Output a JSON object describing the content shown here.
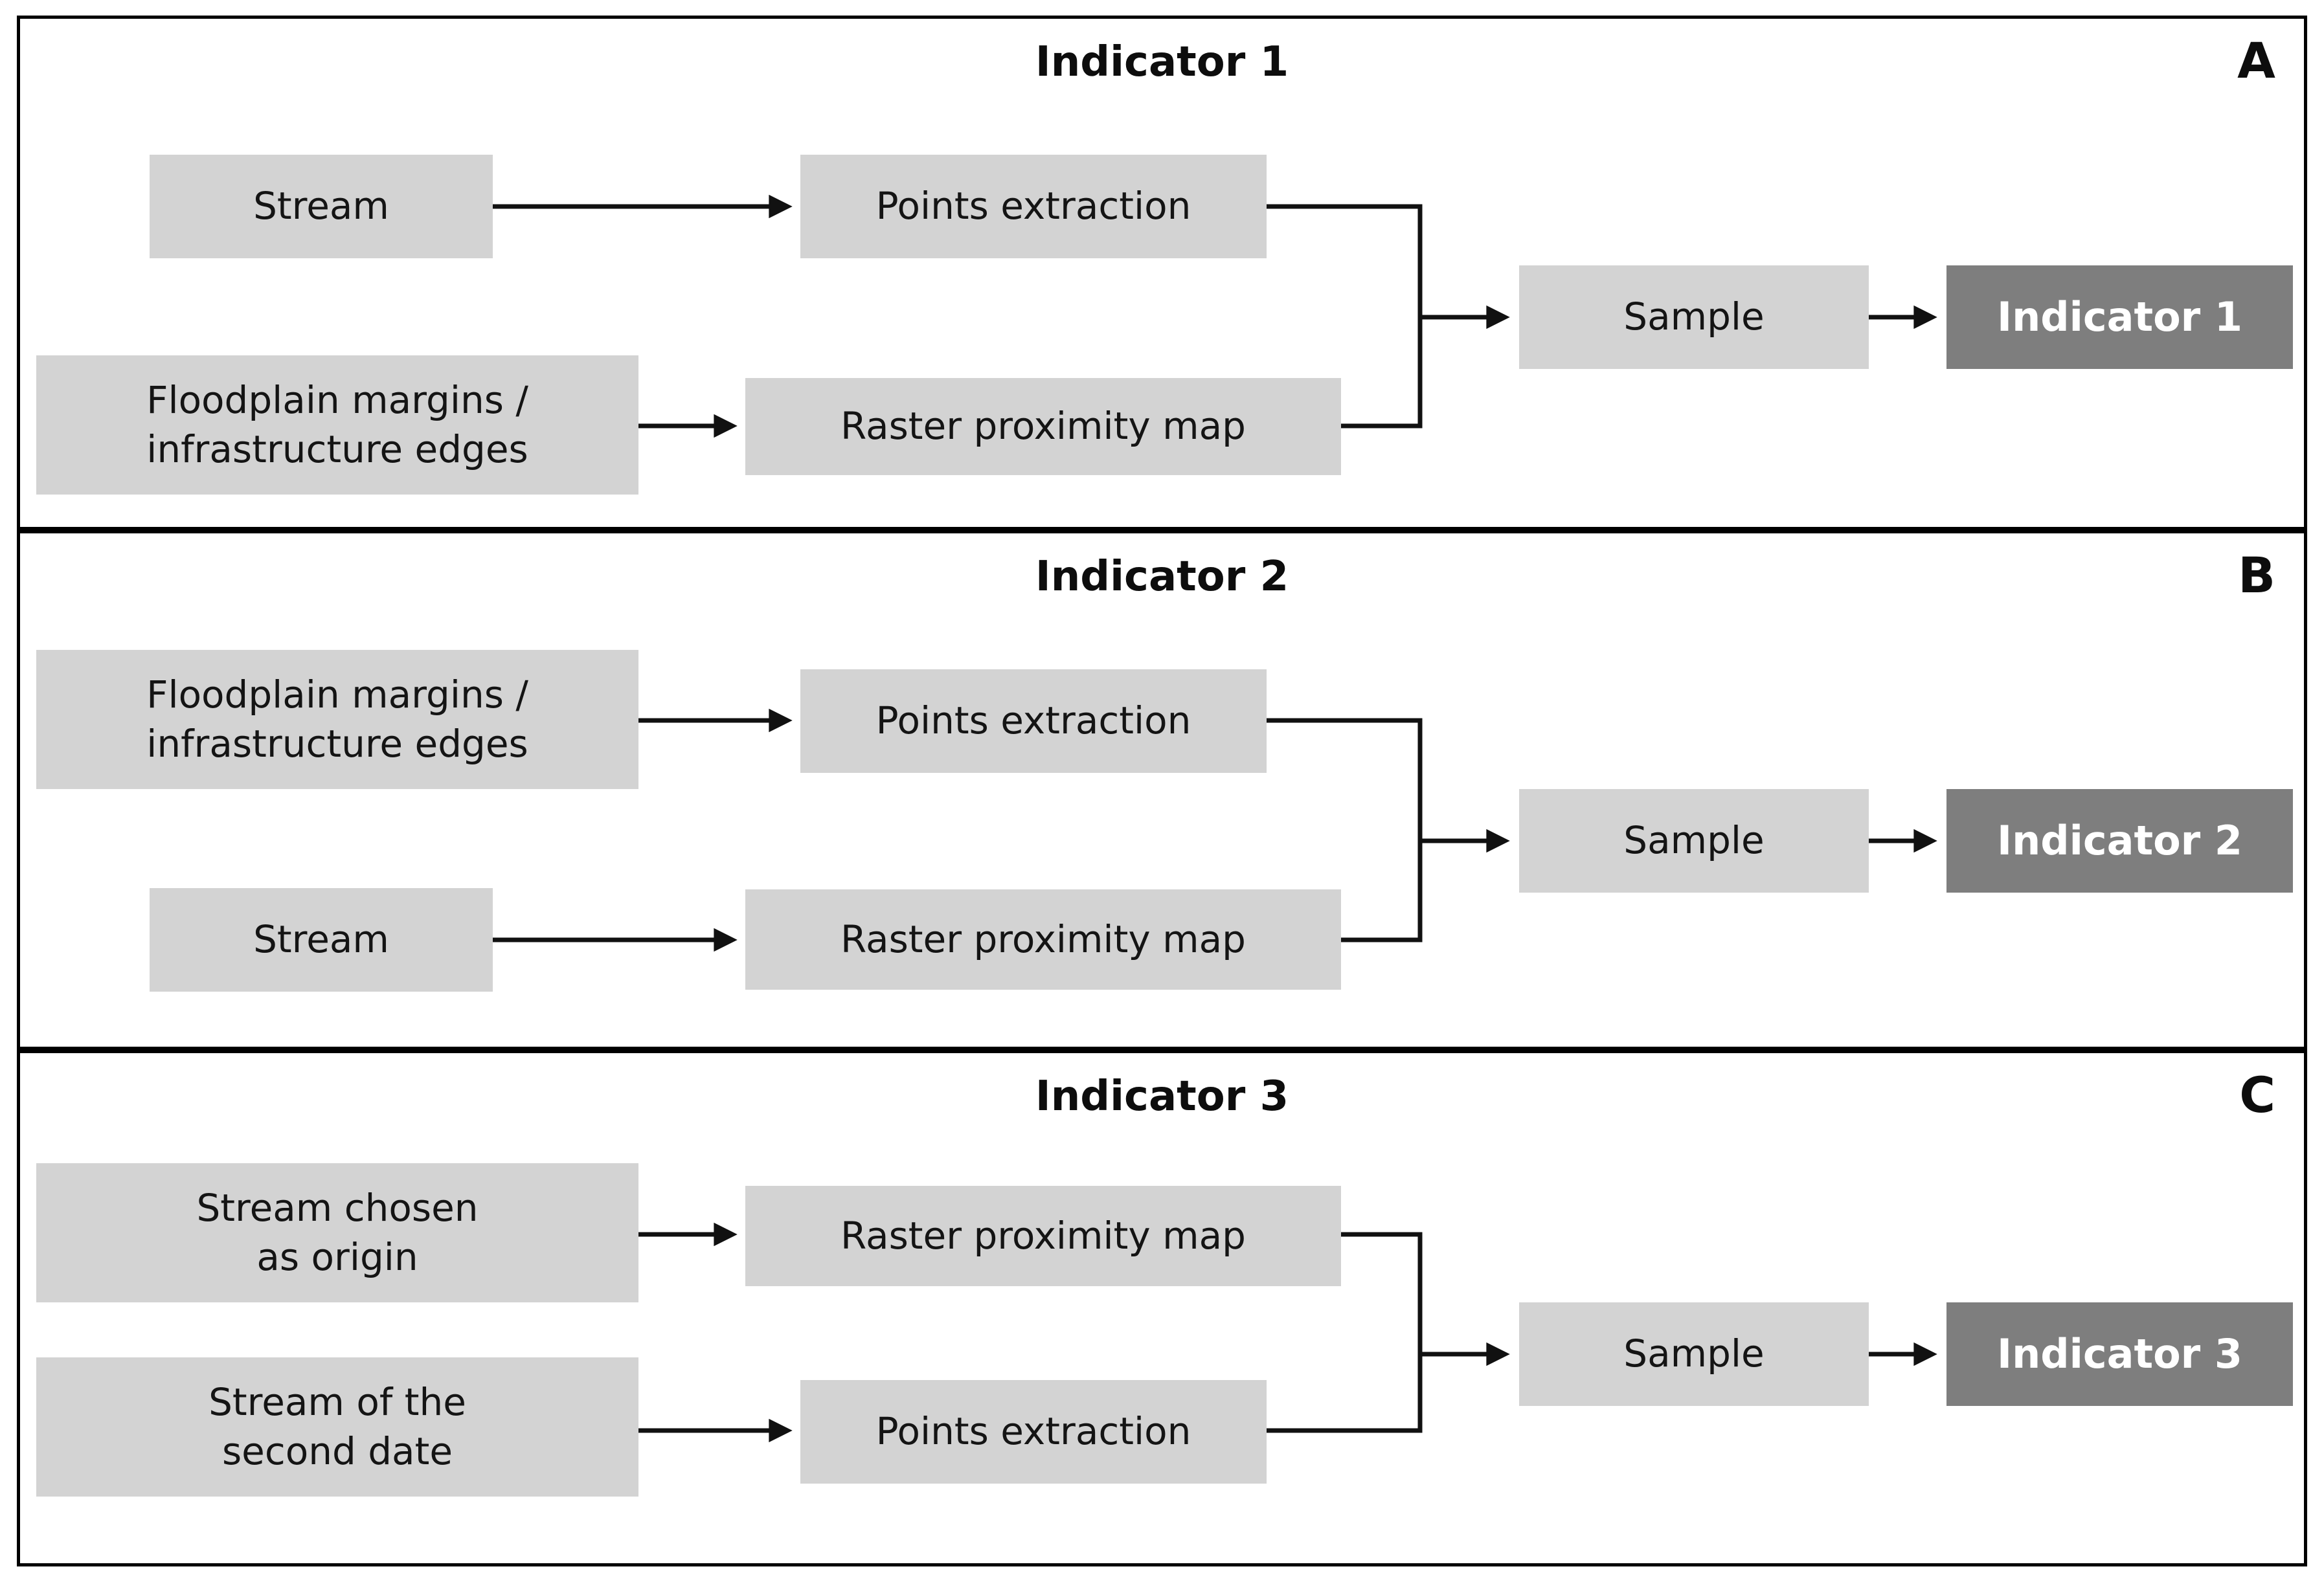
{
  "figure": {
    "colors": {
      "box_light": "#d3d3d3",
      "box_dark": "#7e7e7e",
      "line": "#111111",
      "background": "#ffffff"
    },
    "panels": [
      {
        "title": "Indicator 1",
        "corner_label": "A",
        "boxes": {
          "input1": "Stream",
          "process1": "Points extraction",
          "input2": "Floodplain margins /\ninfrastructure edges",
          "process2": "Raster proximity map",
          "sample": "Sample",
          "indicator": "Indicator 1"
        }
      },
      {
        "title": "Indicator 2",
        "corner_label": "B",
        "boxes": {
          "input1": "Floodplain margins /\ninfrastructure edges",
          "process1": "Points extraction",
          "input2": "Stream",
          "process2": "Raster proximity map",
          "sample": "Sample",
          "indicator": "Indicator 2"
        }
      },
      {
        "title": "Indicator 3",
        "corner_label": "C",
        "boxes": {
          "input1": "Stream chosen\nas origin",
          "process1": "Raster proximity map",
          "input2": "Stream of the\nsecond date",
          "process2": "Points extraction",
          "sample": "Sample",
          "indicator": "Indicator 3"
        }
      }
    ]
  }
}
